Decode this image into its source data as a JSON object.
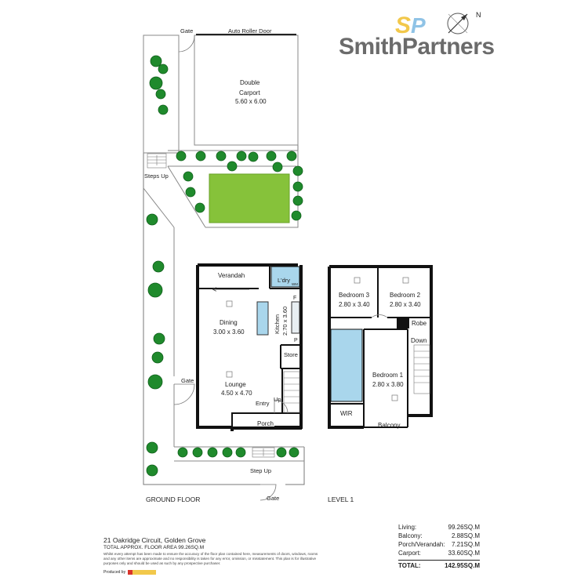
{
  "brand": {
    "name": "SmithPartners",
    "monogram": "SP",
    "north_label": "N",
    "colors": {
      "brand_gray": "#6b6b6b",
      "mono_yellow": "#f2c84b",
      "mono_blue": "#8fc3e6"
    }
  },
  "colors": {
    "wall": "#111111",
    "lawn": "#86c23a",
    "tree": "#1f8a2c",
    "wet_area": "#a9d6ec"
  },
  "ground_floor": {
    "title": "GROUND FLOOR",
    "labels": {
      "gate_top": "Gate",
      "auto_roller_door": "Auto Roller Door",
      "carport_name_1": "Double",
      "carport_name_2": "Carport",
      "carport_dims": "5.60 x 6.00",
      "steps_up": "Steps Up",
      "verandah": "Verandah",
      "laundry": "L'dry",
      "wm": "WM",
      "fridge": "F",
      "dining": "Dining",
      "dining_dims": "3.00 x 3.60",
      "kitchen": "Kitchen",
      "kitchen_dims": "2.70 x 3.60",
      "pantry": "P",
      "store": "Store",
      "gate_mid": "Gate",
      "lounge": "Lounge",
      "lounge_dims": "4.50 x 4.70",
      "entry": "Entry",
      "up": "Up",
      "porch": "Porch",
      "step_up": "Step Up",
      "gate_bottom": "Gate"
    }
  },
  "level_1": {
    "title": "LEVEL 1",
    "labels": {
      "bedroom3": "Bedroom 3",
      "bedroom3_dims": "2.80 x 3.40",
      "bedroom2": "Bedroom 2",
      "bedroom2_dims": "2.80 x 3.40",
      "robe": "Robe",
      "down": "Down",
      "bedroom1": "Bedroom 1",
      "bedroom1_dims": "2.80 x 3.80",
      "wir": "WIR",
      "balcony": "Balcony"
    }
  },
  "footer": {
    "address": "21 Oakridge Circuit, Golden Grove",
    "total_approx": "TOTAL APPROX. FLOOR AREA 99.26SQ.M",
    "disclaimer": "Whilst every attempt has been made to ensure the accuracy of the floor plan contained here, measurements of doors, windows, rooms and any other items are approximate and no responsibility is taken for any error, omission, or misstatement. This plan is for illustrative purposes only and should be used as such by any prospective purchaser.",
    "produced_by": "Produced by"
  },
  "areas": {
    "rows": [
      {
        "label": "Living:",
        "value": "99.26SQ.M"
      },
      {
        "label": "Balcony:",
        "value": "2.88SQ.M"
      },
      {
        "label": "Porch/Verandah:",
        "value": "7.21SQ.M"
      },
      {
        "label": "Carport:",
        "value": "33.60SQ.M"
      }
    ],
    "total_label": "TOTAL:",
    "total_value": "142.95SQ.M"
  }
}
